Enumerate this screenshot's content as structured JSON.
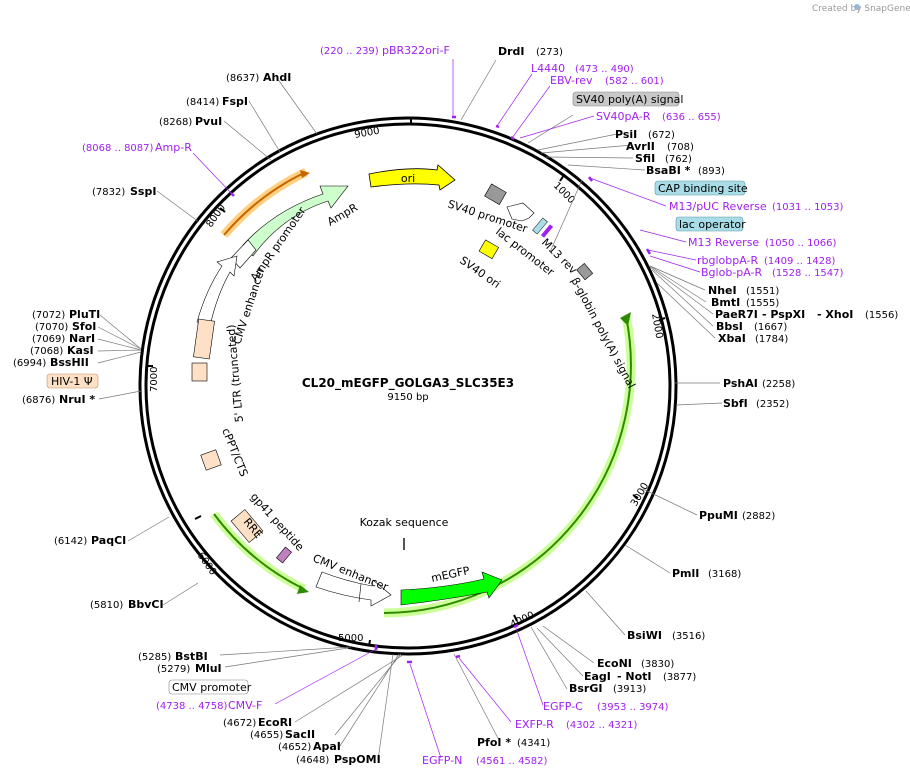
{
  "credit": "Created by SnapGene",
  "plasmid": {
    "name": "CL20_mEGFP_GOLGA3_SLC35E3",
    "length": "9150 bp"
  },
  "ticks": [
    "1000",
    "2000",
    "3000",
    "4000",
    "5000",
    "6000",
    "7000",
    "8000",
    "9000"
  ],
  "sites": [
    {
      "name": "DrdI",
      "pos": "(273)"
    },
    {
      "name": "PsiI",
      "pos": "(672)"
    },
    {
      "name": "AvrII",
      "pos": "(708)"
    },
    {
      "name": "SfiI",
      "pos": "(762)"
    },
    {
      "name": "BsaBI *",
      "pos": "(893)"
    },
    {
      "name": "NheI",
      "pos": "(1551)"
    },
    {
      "name": "BmtI",
      "pos": "(1555)"
    },
    {
      "name": "PaeR7I",
      "pos": ""
    },
    {
      "name": "- PspXI",
      "pos": ""
    },
    {
      "name": "- XhoI",
      "pos": "(1556)"
    },
    {
      "name": "BbsI",
      "pos": "(1667)"
    },
    {
      "name": "XbaI",
      "pos": "(1784)"
    },
    {
      "name": "PshAI",
      "pos": "(2258)"
    },
    {
      "name": "SbfI",
      "pos": "(2352)"
    },
    {
      "name": "PpuMI",
      "pos": "(2882)"
    },
    {
      "name": "PmlI",
      "pos": "(3168)"
    },
    {
      "name": "BsiWI",
      "pos": "(3516)"
    },
    {
      "name": "EcoNI",
      "pos": "(3830)"
    },
    {
      "name": "EagI",
      "pos": ""
    },
    {
      "name": "- NotI",
      "pos": "(3877)"
    },
    {
      "name": "BsrGI",
      "pos": "(3913)"
    },
    {
      "name": "PfoI *",
      "pos": "(4341)"
    },
    {
      "name": "PspOMI",
      "pos": "(4648)"
    },
    {
      "name": "ApaI",
      "pos": "(4652)"
    },
    {
      "name": "SacII",
      "pos": "(4655)"
    },
    {
      "name": "EcoRI",
      "pos": "(4672)"
    },
    {
      "name": "MluI",
      "pos": "(5279)"
    },
    {
      "name": "BstBI",
      "pos": "(5285)"
    },
    {
      "name": "BbvCI",
      "pos": "(5810)"
    },
    {
      "name": "PaqCI",
      "pos": "(6142)"
    },
    {
      "name": "NruI *",
      "pos": "(6876)"
    },
    {
      "name": "BssHII",
      "pos": "(6994)"
    },
    {
      "name": "KasI",
      "pos": "(7068)"
    },
    {
      "name": "NarI",
      "pos": "(7069)"
    },
    {
      "name": "SfoI",
      "pos": "(7070)"
    },
    {
      "name": "PluTI",
      "pos": "(7072)"
    },
    {
      "name": "SspI",
      "pos": "(7832)"
    },
    {
      "name": "PvuI",
      "pos": "(8268)"
    },
    {
      "name": "FspI",
      "pos": "(8414)"
    },
    {
      "name": "AhdI",
      "pos": "(8637)"
    }
  ],
  "primers": [
    {
      "name": "pBR322ori-F",
      "pos": "(220 .. 239)"
    },
    {
      "name": "L4440",
      "pos": "(473 .. 490)"
    },
    {
      "name": "EBV-rev",
      "pos": "(582 .. 601)"
    },
    {
      "name": "SV40pA-R",
      "pos": "(636 .. 655)"
    },
    {
      "name": "M13/pUC Reverse",
      "pos": "(1031 .. 1053)"
    },
    {
      "name": "M13 Reverse",
      "pos": "(1050 .. 1066)"
    },
    {
      "name": "rbglobpA-R",
      "pos": "(1409 .. 1428)"
    },
    {
      "name": "Bglob-pA-R",
      "pos": "(1528 .. 1547)"
    },
    {
      "name": "EGFP-C",
      "pos": "(3953 .. 3974)"
    },
    {
      "name": "EXFP-R",
      "pos": "(4302 .. 4321)"
    },
    {
      "name": "EGFP-N",
      "pos": "(4561 .. 4582)"
    },
    {
      "name": "CMV-F",
      "pos": "(4738 .. 4758)"
    },
    {
      "name": "Amp-R",
      "pos": "(8068 .. 8087)"
    }
  ],
  "boxed": [
    {
      "name": "SV40 poly(A) signal",
      "kind": "gray"
    },
    {
      "name": "CAP binding site",
      "kind": "teal"
    },
    {
      "name": "lac operator",
      "kind": "teal"
    },
    {
      "name": "CMV promoter",
      "kind": "white"
    },
    {
      "name": "HIV-1 Ψ",
      "kind": "orange"
    }
  ],
  "features": [
    {
      "name": "ori"
    },
    {
      "name": "SV40 promoter"
    },
    {
      "name": "lac promoter"
    },
    {
      "name": "M13 rev"
    },
    {
      "name": "SV40 ori"
    },
    {
      "name": "β-globin poly(A) signal"
    },
    {
      "name": "AmpR"
    },
    {
      "name": "AmpR promoter"
    },
    {
      "name": "CMV enhancer"
    },
    {
      "name": "5' LTR (truncated)"
    },
    {
      "name": "cPPT/CTS"
    },
    {
      "name": "gp41 peptide"
    },
    {
      "name": "RRE"
    },
    {
      "name": "CMV enhancer"
    },
    {
      "name": "Kozak sequence"
    },
    {
      "name": "mEGFP"
    }
  ],
  "colors": {
    "ori": "#ffff00",
    "ampr": "#ccffcc",
    "ltr": "#fde0c5",
    "mEGFP": "#00ff00",
    "orf_arc": "#2e8b00",
    "orf_glow": "#ccff99",
    "ampr_arc": "#c86400",
    "ampr_glow": "#ffd080",
    "primer": "#a020f0",
    "gray_box": "#c8c8c8",
    "teal_box": "#a8dde8",
    "orange_box": "#fde0c5",
    "promoter": "#ffffff",
    "sv40_box": "#999999"
  }
}
